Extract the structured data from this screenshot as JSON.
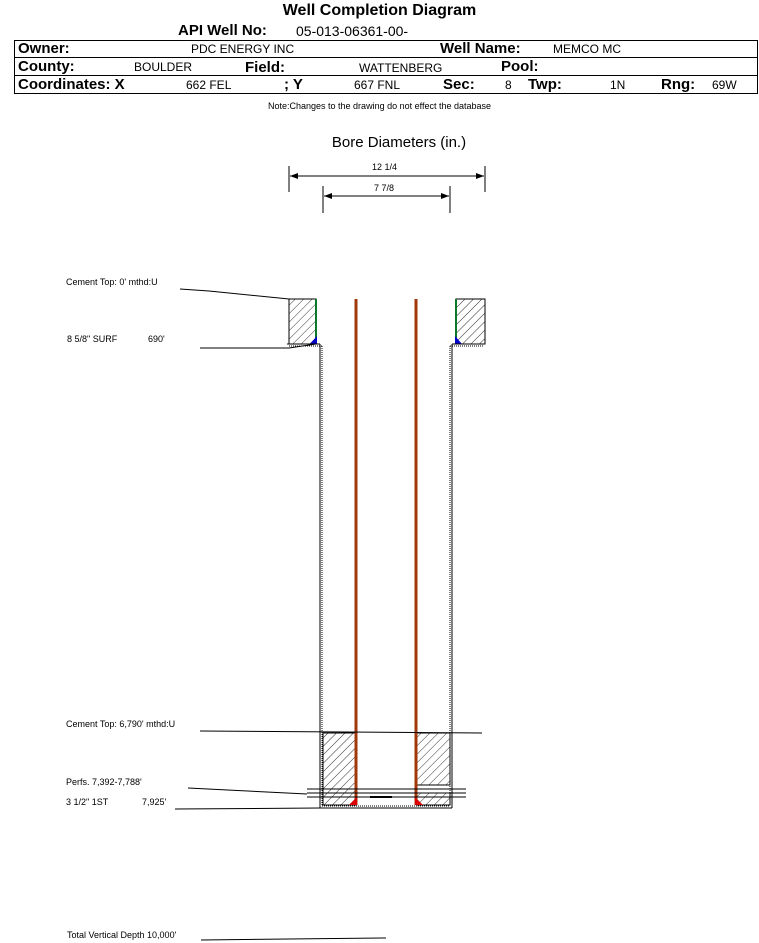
{
  "title": "Well Completion Diagram",
  "header": {
    "api_label": "API Well No:",
    "api_value": "05-013-06361-00-",
    "owner_label": "Owner:",
    "owner_value": "PDC ENERGY INC",
    "well_name_label": "Well Name:",
    "well_name_value": "MEMCO MC",
    "county_label": "County:",
    "county_value": "BOULDER",
    "field_label": "Field:",
    "field_value": "WATTENBERG",
    "pool_label": "Pool:",
    "pool_value": "",
    "coord_x_label": "Coordinates: X",
    "coord_x_value": "662 FEL",
    "coord_y_label": "; Y",
    "coord_y_value": "667 FNL",
    "sec_label": "Sec:",
    "sec_value": "8",
    "twp_label": "Twp:",
    "twp_value": "1N",
    "rng_label": "Rng:",
    "rng_value": "69W"
  },
  "note": "Note:Changes to the drawing do not effect the database",
  "bore": {
    "title": "Bore Diameters (in.)",
    "outer_label": "12 1/4",
    "inner_label": "7 7/8"
  },
  "annotations": {
    "cement_top_surface": "Cement Top: 0' mthd:U",
    "surface_casing": "8 5/8\" SURF",
    "surface_casing_depth": "690'",
    "cement_top_production": "Cement Top: 6,790' mthd:U",
    "perfs": "Perfs. 7,392-7,788'",
    "production_casing": "3 1/2\" 1ST",
    "production_casing_depth": "7,925'",
    "total_depth": "Total Vertical Depth 10,000'"
  },
  "colors": {
    "tubing": "#a0380a",
    "surface_casing_line": "#0a7a2a",
    "shoe_blue": "#0000cc",
    "shoe_red": "#dd0000"
  }
}
